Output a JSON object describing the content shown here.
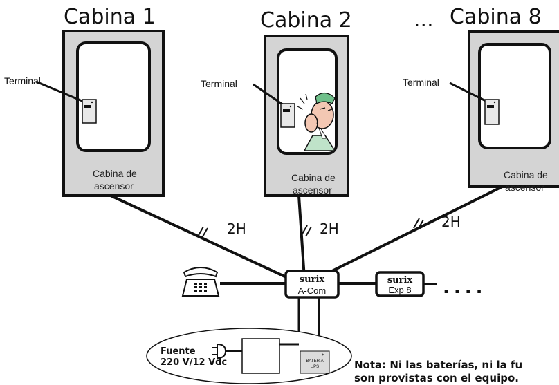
{
  "cabins": [
    {
      "title": "Cabina 1",
      "terminal": "Terminal",
      "label_line1": "Cabina de",
      "label_line2": "ascensor",
      "wire": "2H"
    },
    {
      "title": "Cabina 2",
      "terminal": "Terminal",
      "label_line1": "Cabina de",
      "label_line2": "ascensor",
      "wire": "2H"
    },
    {
      "title": "Cabina 8",
      "terminal": "Terminal",
      "label_line1": "Cabina de",
      "label_line2": "ascensor",
      "wire": "2H"
    }
  ],
  "cabin_ellipsis": "...",
  "acom": {
    "brand": "surix",
    "model": "A-Com"
  },
  "exp": {
    "brand": "surix",
    "model": "Exp 8"
  },
  "chain_ellipsis": "....",
  "power": {
    "line1": "Fuente",
    "line2": "220 V/12 Vdc",
    "battery_line1": "BATERIA",
    "battery_line2": "UPS",
    "minus": "-",
    "plus": "+"
  },
  "note": {
    "line1": "Nota: Ni las baterías, ni la fu",
    "line2": "son provistas con el equipo."
  },
  "colors": {
    "cabin_fill": "#d4d4d4",
    "line": "#111111",
    "background": "#ffffff"
  },
  "icons": [
    "telephone-icon",
    "power-plug-icon",
    "terminal-icon",
    "person-icon"
  ]
}
